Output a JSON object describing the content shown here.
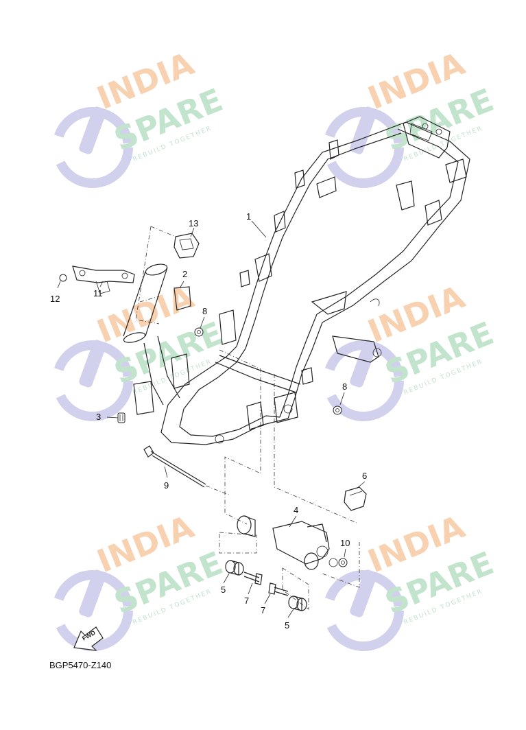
{
  "watermark": {
    "word1": "INDIA",
    "word2": "SPARE",
    "tagline": "REBUILD TOGETHER",
    "colors": {
      "word1": "#f7c9a3",
      "word2": "#b7e0c5",
      "icon": "#c9c8ea"
    }
  },
  "callouts": {
    "frame": "1",
    "patch": "2",
    "clip": "3",
    "engine_bracket": "4",
    "bushing_left": "5",
    "bushing_right": "5",
    "stopper": "6",
    "bolt_left": "7",
    "bolt_right": "7",
    "nut_upper": "8",
    "nut_lower": "8",
    "pivot_bolt": "9",
    "nut_small": "10",
    "bracket": "11",
    "nut_bracket": "12",
    "cover": "13"
  },
  "fwd_label": "FWD",
  "diagram_code": "BGP5470-Z140"
}
